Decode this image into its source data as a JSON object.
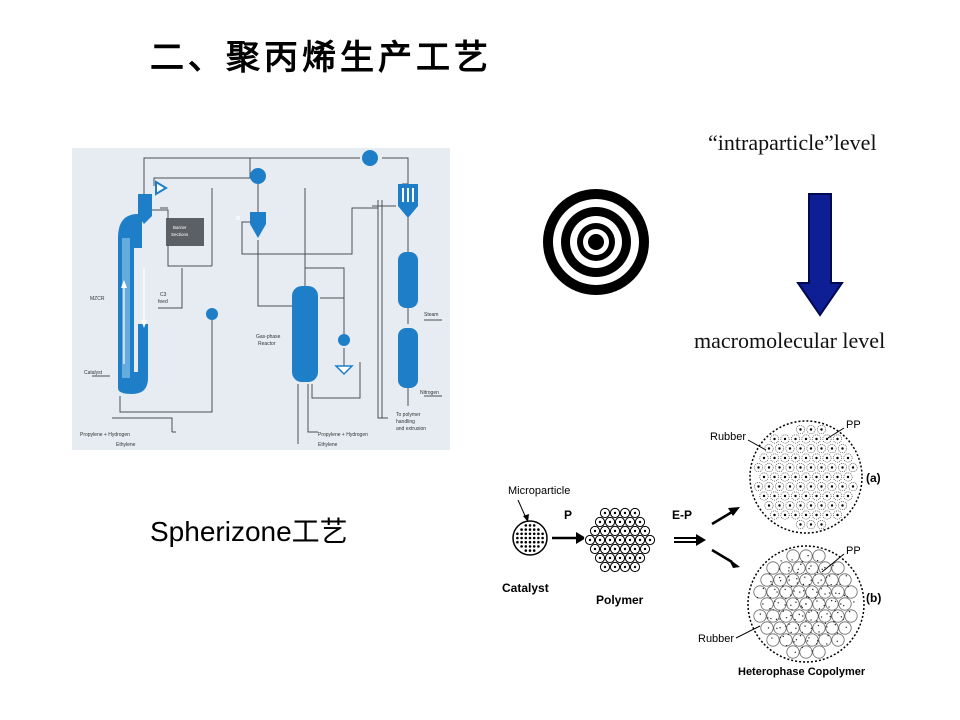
{
  "title": "二、聚丙烯生产工艺",
  "levels": {
    "intraparticle": "“intraparticle”level",
    "macromolecular": "macromolecular level"
  },
  "caption": "Spherizone工艺",
  "flow_diagram": {
    "labels": {
      "mzcr": "MZCR",
      "barrier": "Barrier",
      "sections": "Sections",
      "c3": "C3",
      "feed": "feed",
      "catalyst": "Catalyst",
      "gas_phase": "Gas-phase",
      "reactor": "Reactor",
      "steam": "Steam",
      "nitrogen": "Nitrogen",
      "to_polymer": "To polymer",
      "handling": "handling",
      "and_extrusion": "and extrusion",
      "propylene_hydrogen_left": "Propylene + Hydrogen",
      "ethylene_left": "Ethylene",
      "propylene_hydrogen_right": "Propylene + Hydrogen",
      "ethylene_right": "Ethylene"
    }
  },
  "morphology": {
    "labels": {
      "microparticle": "Microparticle",
      "catalyst": "Catalyst",
      "p": "P",
      "polymer": "Polymer",
      "ep": "E-P",
      "rubber_a": "Rubber",
      "pp_a": "PP",
      "a": "(a)",
      "pp_b": "PP",
      "b": "(b)",
      "rubber_b": "Rubber",
      "heterophase": "Heterophase Copolymer"
    }
  },
  "colors": {
    "diagram_bg": "#e6ecf2",
    "equipment_blue": "#1e7fc8",
    "line": "#4b4f55",
    "arrow_fill": "#0e1e94",
    "arrow_stroke": "#000a50"
  }
}
